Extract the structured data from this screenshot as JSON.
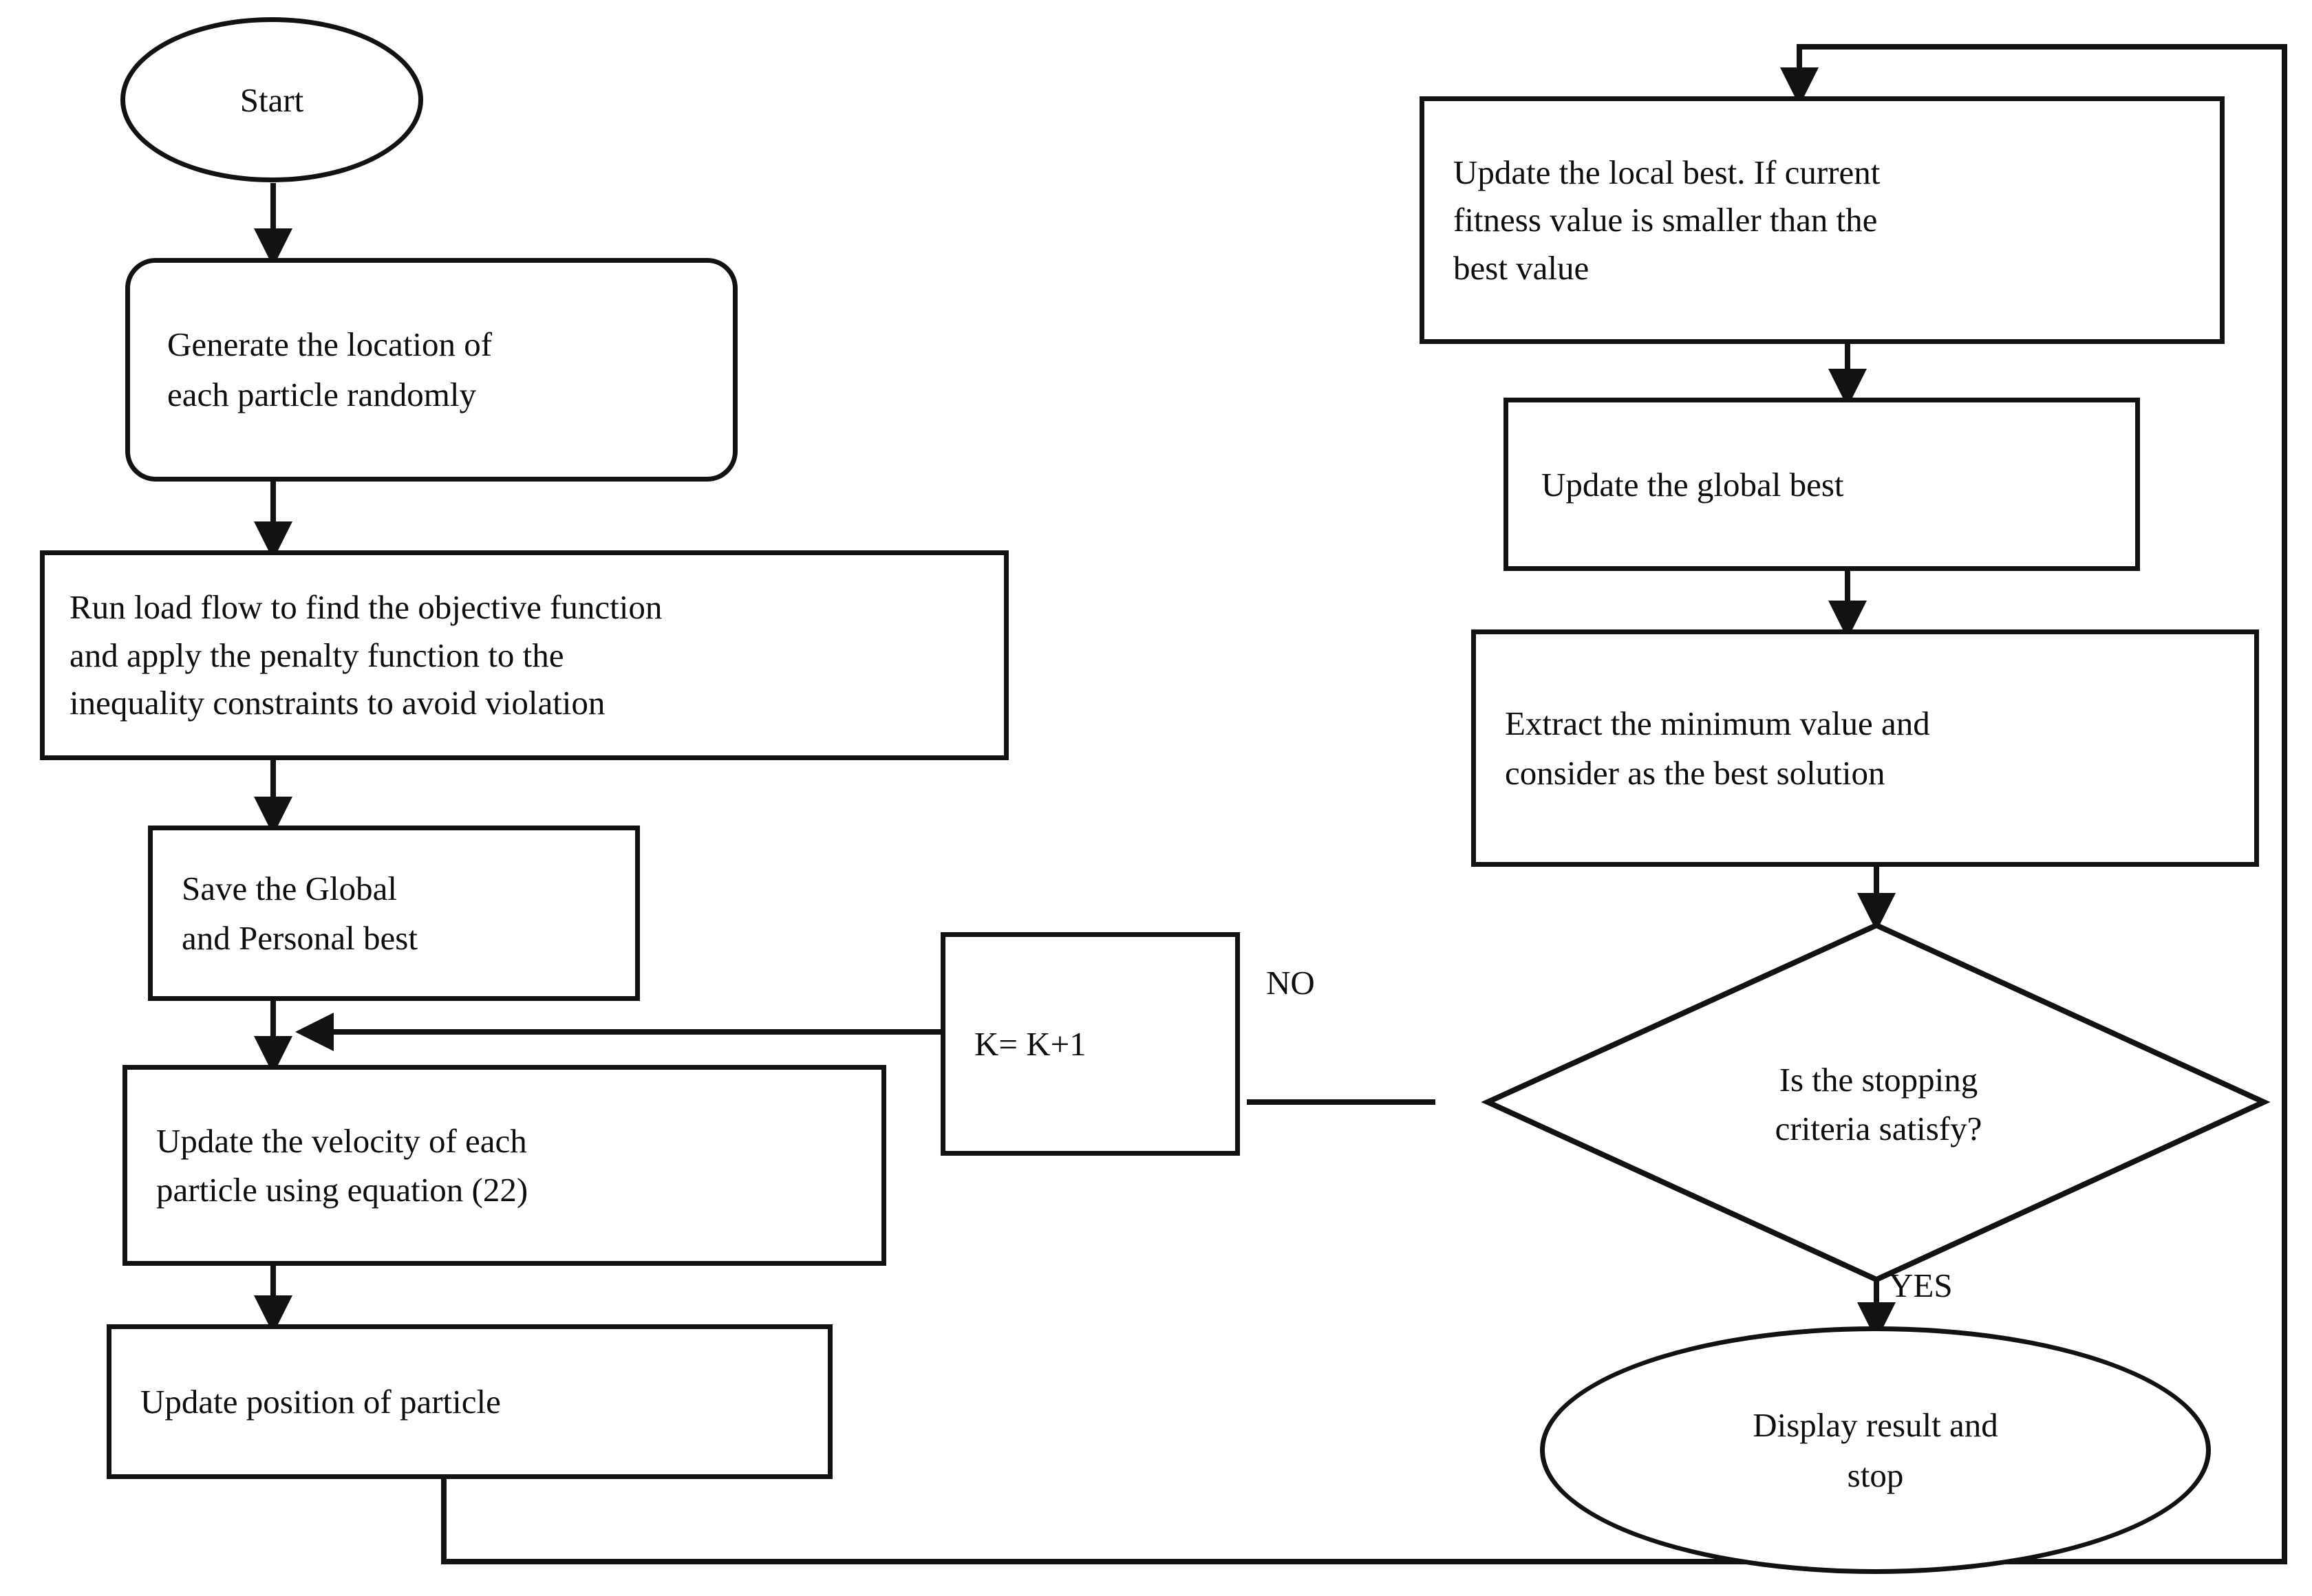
{
  "diagram": {
    "title": "PSO optimization flowchart",
    "line_color": "#121212",
    "text_color": "#0d0d0d",
    "background": "#ffffff"
  },
  "nodes": {
    "start": {
      "label": "Start",
      "shape": "ellipse"
    },
    "generate": {
      "label": "Generate the location of\neach particle randomly",
      "shape": "rounded-rectangle"
    },
    "run_load_flow": {
      "label": "Run load flow to find the objective function\nand apply the penalty function to the\ninequality constraints to avoid violation",
      "shape": "rectangle"
    },
    "save_best": {
      "label": "Save the Global\nand Personal best",
      "shape": "rectangle"
    },
    "update_velocity": {
      "label": "Update the velocity of each\nparticle using equation (22)",
      "shape": "rectangle"
    },
    "update_position": {
      "label": "Update position of particle",
      "shape": "rectangle"
    },
    "increment_k": {
      "label": "K= K+1",
      "shape": "rectangle"
    },
    "update_local_best": {
      "label": "Update the local best. If current\nfitness value is smaller than the\nbest value",
      "shape": "rectangle"
    },
    "update_global_best": {
      "label": "Update the global best",
      "shape": "rectangle"
    },
    "extract_minimum": {
      "label": "Extract the minimum value and\nconsider as the best solution",
      "shape": "rectangle"
    },
    "stopping_criteria": {
      "label": "Is the stopping\ncriteria satisfy?",
      "shape": "diamond"
    },
    "display_result": {
      "label": "Display result and\nstop",
      "shape": "ellipse"
    }
  },
  "edge_labels": {
    "no": "NO",
    "yes": "YES"
  }
}
